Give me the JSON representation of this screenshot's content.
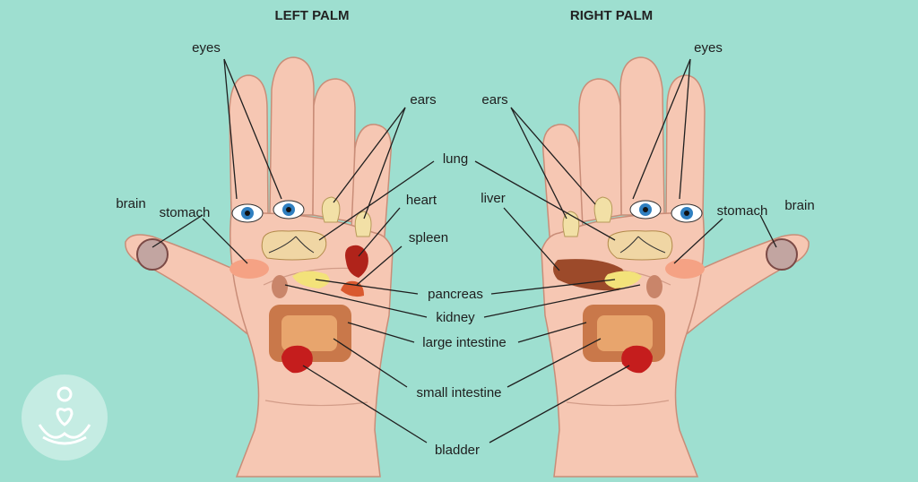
{
  "titles": {
    "left": "LEFT PALM",
    "right": "RIGHT PALM"
  },
  "labels": {
    "eyes_left": "eyes",
    "eyes_right": "eyes",
    "ears_left": "ears",
    "ears_right": "ears",
    "lung": "lung",
    "heart": "heart",
    "spleen": "spleen",
    "liver": "liver",
    "brain_left": "brain",
    "brain_right": "brain",
    "stomach_left": "stomach",
    "stomach_right": "stomach",
    "pancreas": "pancreas",
    "kidney": "kidney",
    "large_intestine": "large intestine",
    "small_intestine": "small intestine",
    "bladder": "bladder"
  },
  "colors": {
    "background": "#9edfd0",
    "skin": "#f6c7b3",
    "skin_outline": "#c98d78",
    "eye_iris": "#2f7fc0",
    "heart": "#b0231a",
    "bladder": "#c51d1d",
    "intestine": "#c9784a",
    "pancreas": "#f3e27a",
    "lung": "#f0d6a4",
    "logo": "#ffffff"
  }
}
